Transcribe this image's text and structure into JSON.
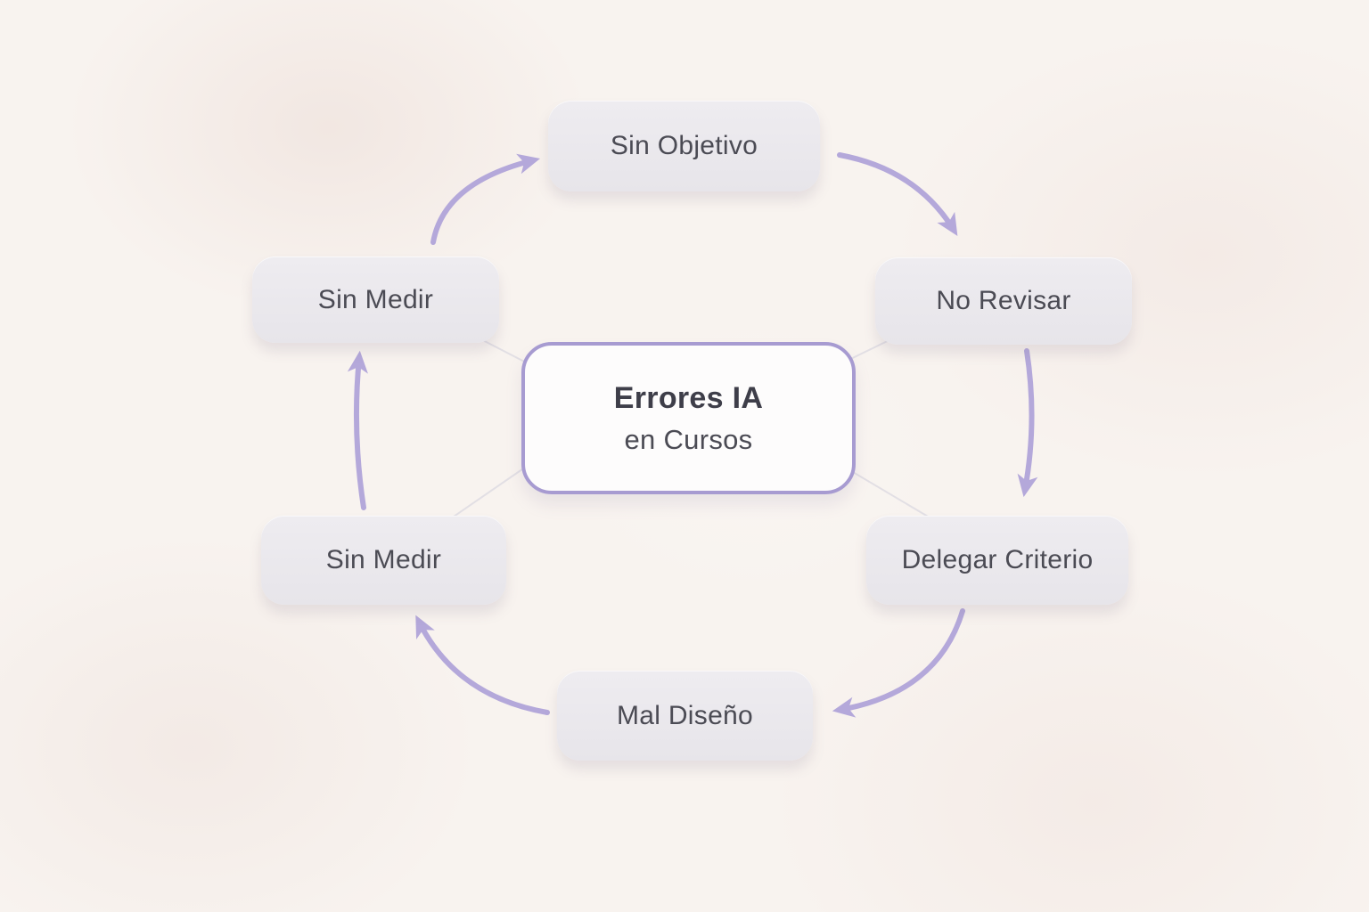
{
  "diagram": {
    "title": "Errores IA en Cursos cycle diagram",
    "center": {
      "title": "Errores IA",
      "subtitle": "en Cursos"
    },
    "nodes": [
      {
        "id": "sin-objetivo",
        "label": "Sin Objetivo",
        "position": "top"
      },
      {
        "id": "no-revisar",
        "label": "No Revisar",
        "position": "upper-right"
      },
      {
        "id": "delegar-criterio",
        "label": "Delegar Criterio",
        "position": "lower-right"
      },
      {
        "id": "mal-diseno",
        "label": "Mal Diseño",
        "position": "bottom"
      },
      {
        "id": "sin-medir-bottom",
        "label": "Sin Medir",
        "position": "lower-left"
      },
      {
        "id": "sin-medir-top",
        "label": "Sin Medir",
        "position": "upper-left"
      }
    ],
    "flow_direction": "clockwise"
  },
  "colors": {
    "background": "#f8f3ef",
    "node_bg": "#eae8ec",
    "node_text": "#4b4b54",
    "center_bg": "#fdfcfc",
    "center_border": "#a79bd1",
    "center_title_text": "#3e3e49",
    "arrow": "#b4a8da",
    "spoke": "#e2dfe4"
  }
}
